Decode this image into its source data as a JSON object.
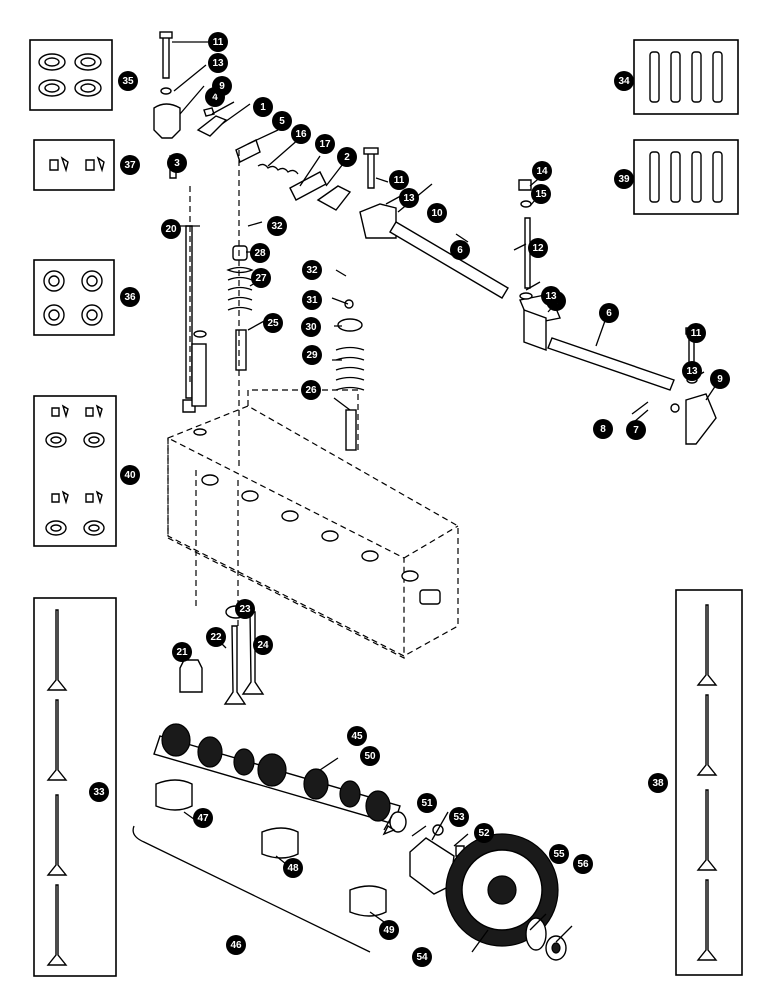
{
  "callouts": [
    {
      "label": "1"
    },
    {
      "label": "2"
    },
    {
      "label": "3"
    },
    {
      "label": "4"
    },
    {
      "label": "5"
    },
    {
      "label": "6"
    },
    {
      "label": "6"
    },
    {
      "label": "7"
    },
    {
      "label": "8"
    },
    {
      "label": "9"
    },
    {
      "label": "9"
    },
    {
      "label": "9"
    },
    {
      "label": "10"
    },
    {
      "label": "11"
    },
    {
      "label": "11"
    },
    {
      "label": "11"
    },
    {
      "label": "12"
    },
    {
      "label": "13"
    },
    {
      "label": "13"
    },
    {
      "label": "13"
    },
    {
      "label": "13"
    },
    {
      "label": "14"
    },
    {
      "label": "15"
    },
    {
      "label": "16"
    },
    {
      "label": "17"
    },
    {
      "label": "20"
    },
    {
      "label": "21"
    },
    {
      "label": "22"
    },
    {
      "label": "23"
    },
    {
      "label": "24"
    },
    {
      "label": "25"
    },
    {
      "label": "26"
    },
    {
      "label": "27"
    },
    {
      "label": "28"
    },
    {
      "label": "29"
    },
    {
      "label": "30"
    },
    {
      "label": "31"
    },
    {
      "label": "32"
    },
    {
      "label": "32"
    },
    {
      "label": "33"
    },
    {
      "label": "34"
    },
    {
      "label": "35"
    },
    {
      "label": "36"
    },
    {
      "label": "37"
    },
    {
      "label": "38"
    },
    {
      "label": "39"
    },
    {
      "label": "40"
    },
    {
      "label": "45"
    },
    {
      "label": "46"
    },
    {
      "label": "47"
    },
    {
      "label": "48"
    },
    {
      "label": "49"
    },
    {
      "label": "50"
    },
    {
      "label": "51"
    },
    {
      "label": "52"
    },
    {
      "label": "53"
    },
    {
      "label": "54"
    },
    {
      "label": "55"
    },
    {
      "label": "56"
    }
  ]
}
